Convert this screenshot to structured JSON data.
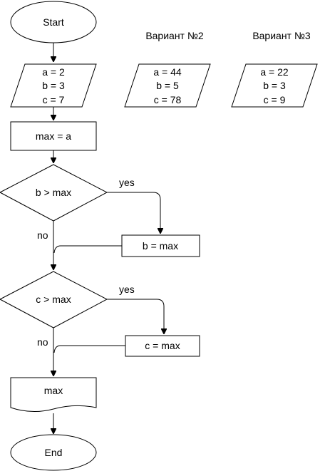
{
  "flowchart": {
    "start": "Start",
    "input_1": {
      "line1": "a = 2",
      "line2": "b = 3",
      "line3": "c = 7"
    },
    "assign_max": "max = a",
    "decision_b": "b > max",
    "decision_b_yes": "yes",
    "decision_b_no": "no",
    "assign_b": "b = max",
    "decision_c": "c > max",
    "decision_c_yes": "yes",
    "decision_c_no": "no",
    "assign_c": "c = max",
    "output": "max",
    "end": "End"
  },
  "variants": [
    {
      "title": "Вариант №2",
      "line1": "a = 44",
      "line2": "b = 5",
      "line3": "c = 78"
    },
    {
      "title": "Вариант №3",
      "line1": "a = 22",
      "line2": "b = 3",
      "line3": "c = 9"
    }
  ]
}
